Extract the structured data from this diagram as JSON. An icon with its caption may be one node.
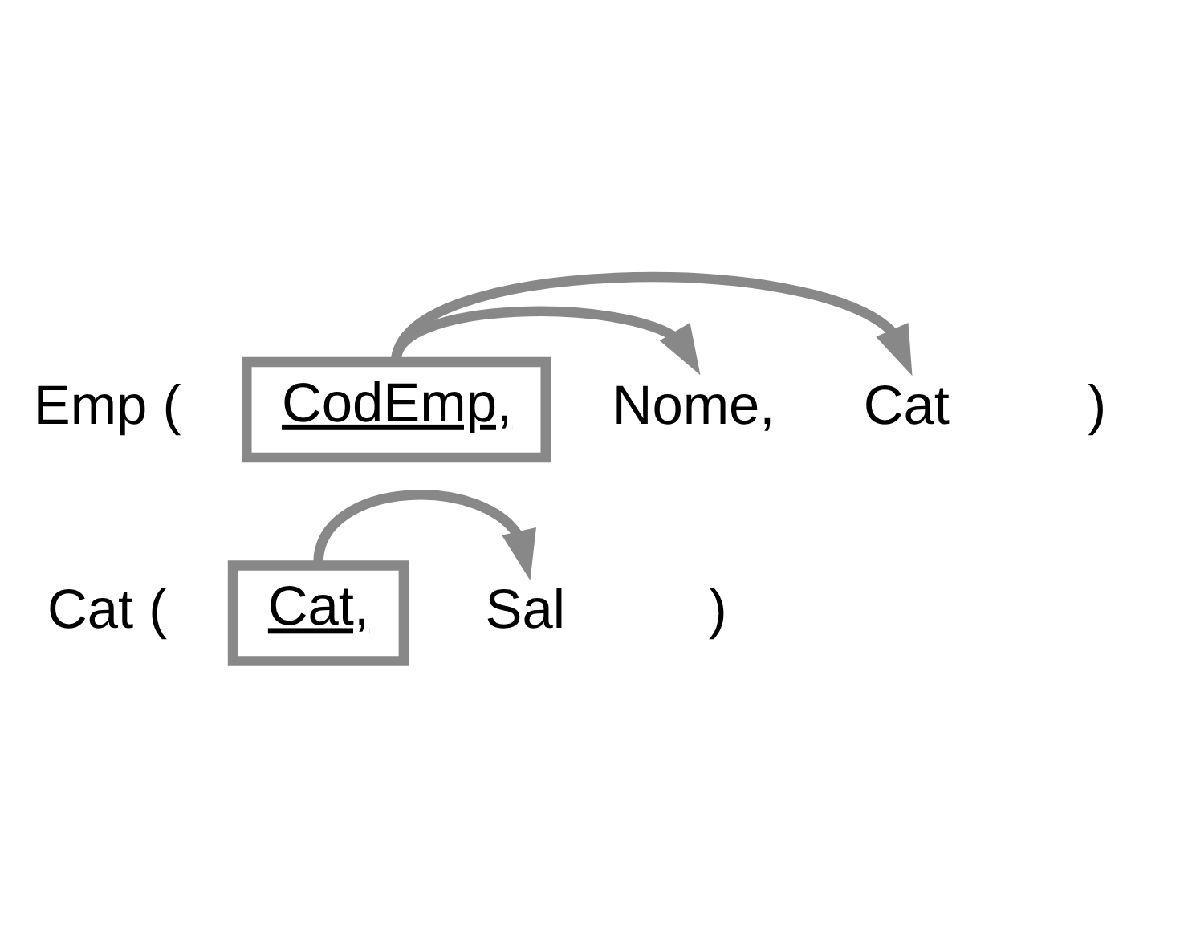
{
  "diagram": {
    "nodes": [
      {
        "text": [
          "CodEmp,"
        ]
      },
      {
        "text": [
          "Nome,"
        ]
      },
      {
        "text": [
          "Cat"
        ]
      },
      {
        "text": [
          "Cat,"
        ]
      },
      {
        "text": [
          "Sal"
        ]
      }
    ],
    "edges": [
      {
        "from": 0,
        "to": 1,
        "arrow": "to"
      },
      {
        "from": 0,
        "to": 2,
        "arrow": "to"
      },
      {
        "from": 3,
        "to": 4,
        "arrow": "to"
      }
    ],
    "labels": [
      "Emp (",
      ")",
      "Cat (",
      ")"
    ]
  }
}
